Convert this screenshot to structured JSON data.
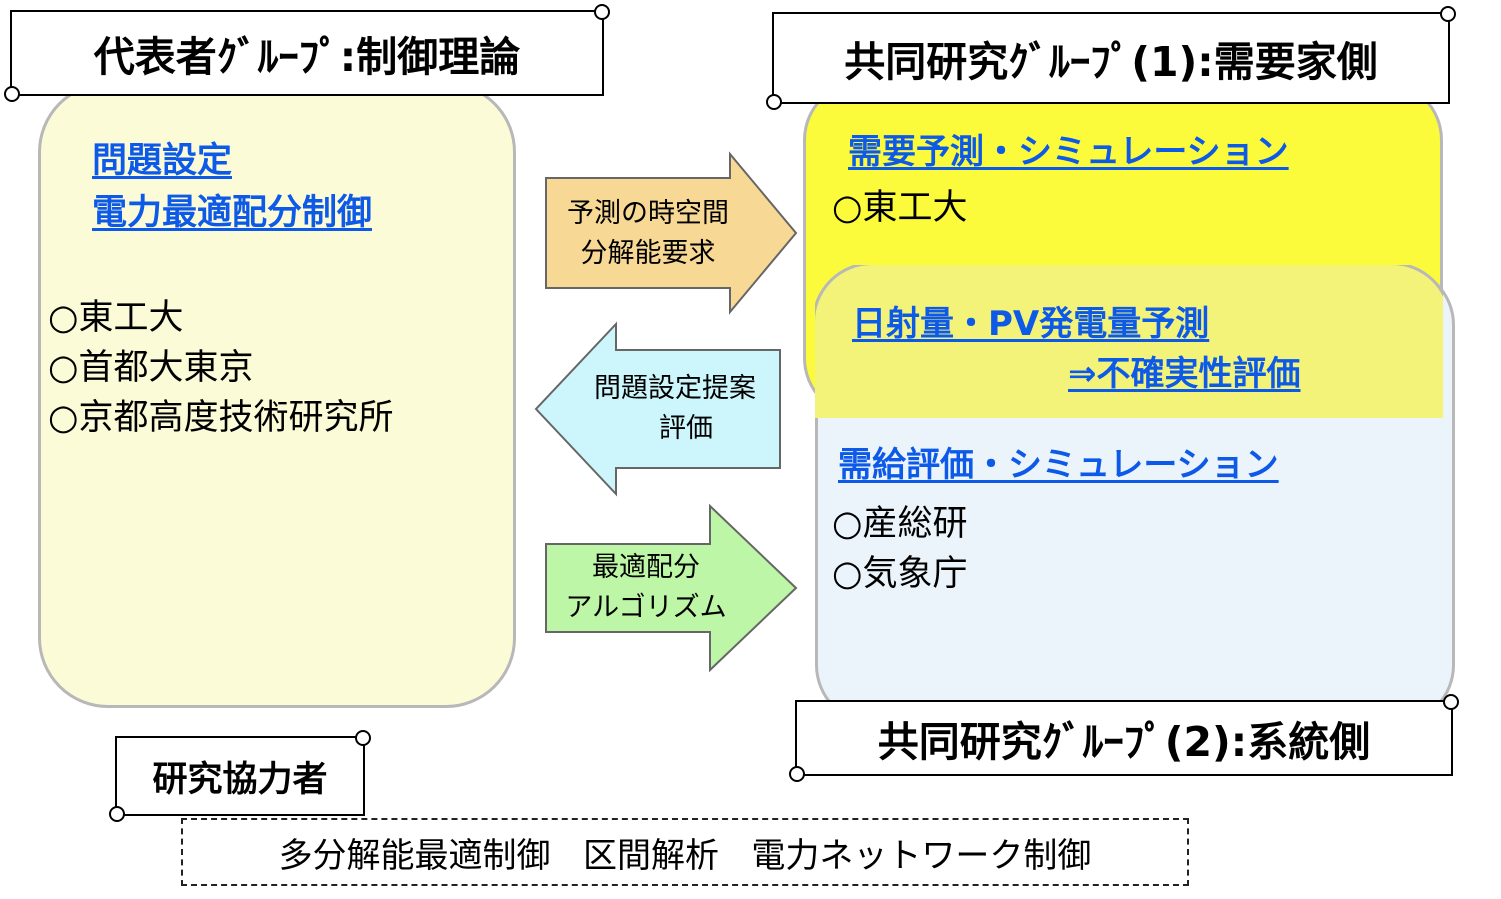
{
  "colors": {
    "rep_box_fill": "#fcfbd8",
    "demand_box_fill": "#fbfb3b",
    "grid_box_fill": "#ecf4fb",
    "overlap_fill": "#f3f37a",
    "arrow1_fill": "#f7d995",
    "arrow2_fill": "#ccf6fb",
    "arrow3_fill": "#bdf6a6",
    "link_color": "#0d59e8"
  },
  "titles": {
    "representative": "代表者ｸﾞﾙｰﾌﾟ:制御理論",
    "joint1": "共同研究ｸﾞﾙｰﾌﾟ(1):需要家側",
    "joint2": "共同研究ｸﾞﾙｰﾌﾟ(2):系統側",
    "cooperators": "研究協力者"
  },
  "representative_group": {
    "headings": [
      "問題設定",
      "電力最適配分制御"
    ],
    "members": [
      "○東工大",
      "○首都大東京",
      "○京都高度技術研究所"
    ]
  },
  "demand_group": {
    "heading": "需要予測・シミュレーション",
    "members": [
      "○東工大"
    ]
  },
  "overlap": {
    "line1": "日射量・PV発電量予測",
    "line2": "⇒不確実性評価"
  },
  "grid_group": {
    "heading": "需給評価・シミュレーション",
    "members": [
      "○産総研",
      "○気象庁"
    ]
  },
  "arrows": [
    {
      "direction": "right",
      "lines": [
        "予測の時空間",
        "分解能要求"
      ]
    },
    {
      "direction": "left",
      "lines": [
        "問題設定提案",
        "評価"
      ]
    },
    {
      "direction": "right",
      "lines": [
        "最適配分",
        "アルゴリズム"
      ]
    }
  ],
  "cooperator_technologies": "多分解能最適制御   区間解析   電力ネットワーク制御"
}
